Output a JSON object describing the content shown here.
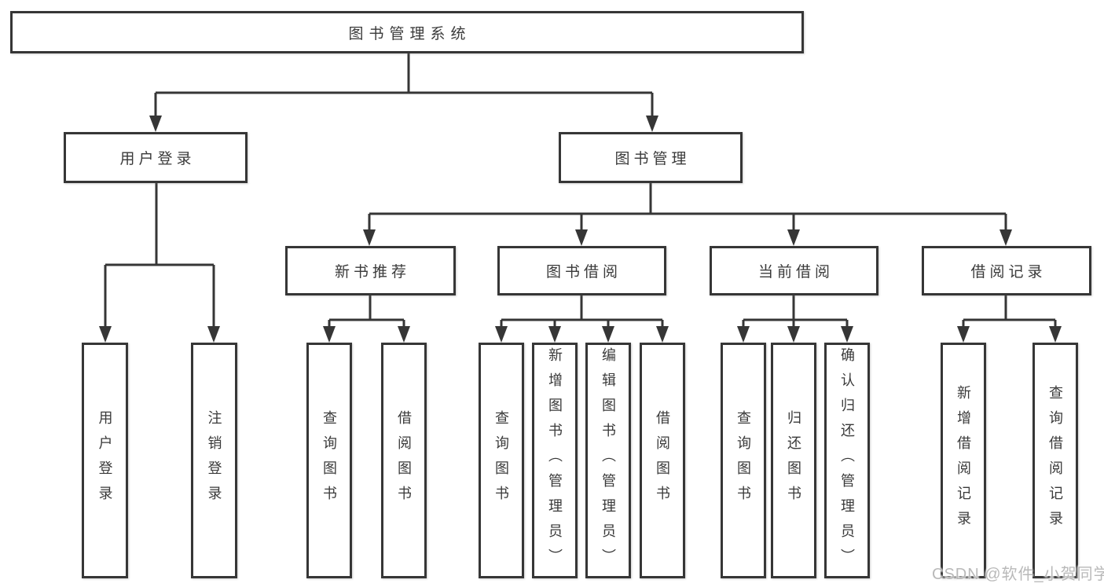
{
  "diagram": {
    "type": "tree",
    "title": "图书管理系统",
    "watermark": "CSDN @软件_小贺同学",
    "colors": {
      "line": "#363636",
      "box_border": "#363636",
      "box_fill": "#ffffff",
      "text": "#3a3a3a",
      "watermark": "#b9b9b9",
      "background": "#ffffff"
    },
    "nodes": {
      "root": "图书管理系统",
      "user_login": "用户登录",
      "book_mgmt": "图书管理",
      "new_book_rec": "新书推荐",
      "book_borrow": "图书借阅",
      "current_borrow": "当前借阅",
      "borrow_record": "借阅记录",
      "ul_user_login": "用户登录",
      "ul_logout": "注销登录",
      "nbr_query_books": "查询图书",
      "nbr_borrow_books": "借阅图书",
      "bb_query_books": "查询图书",
      "bb_add_books": "新增图书（管理员）",
      "bb_edit_books": "编辑图书（管理员）",
      "bb_borrow_books": "借阅图书",
      "cb_query_books": "查询图书",
      "cb_return_books": "归还图书",
      "cb_confirm_return": "确认归还（管理员）",
      "br_add_record": "新增借阅记录",
      "br_query_record": "查询借阅记录"
    },
    "hierarchy": {
      "图书管理系统": {
        "用户登录": [
          "用户登录",
          "注销登录"
        ],
        "图书管理": {
          "新书推荐": [
            "查询图书",
            "借阅图书"
          ],
          "图书借阅": [
            "查询图书",
            "新增图书（管理员）",
            "编辑图书（管理员）",
            "借阅图书"
          ],
          "当前借阅": [
            "查询图书",
            "归还图书",
            "确认归还（管理员）"
          ],
          "借阅记录": [
            "新增借阅记录",
            "查询借阅记录"
          ]
        }
      }
    }
  }
}
